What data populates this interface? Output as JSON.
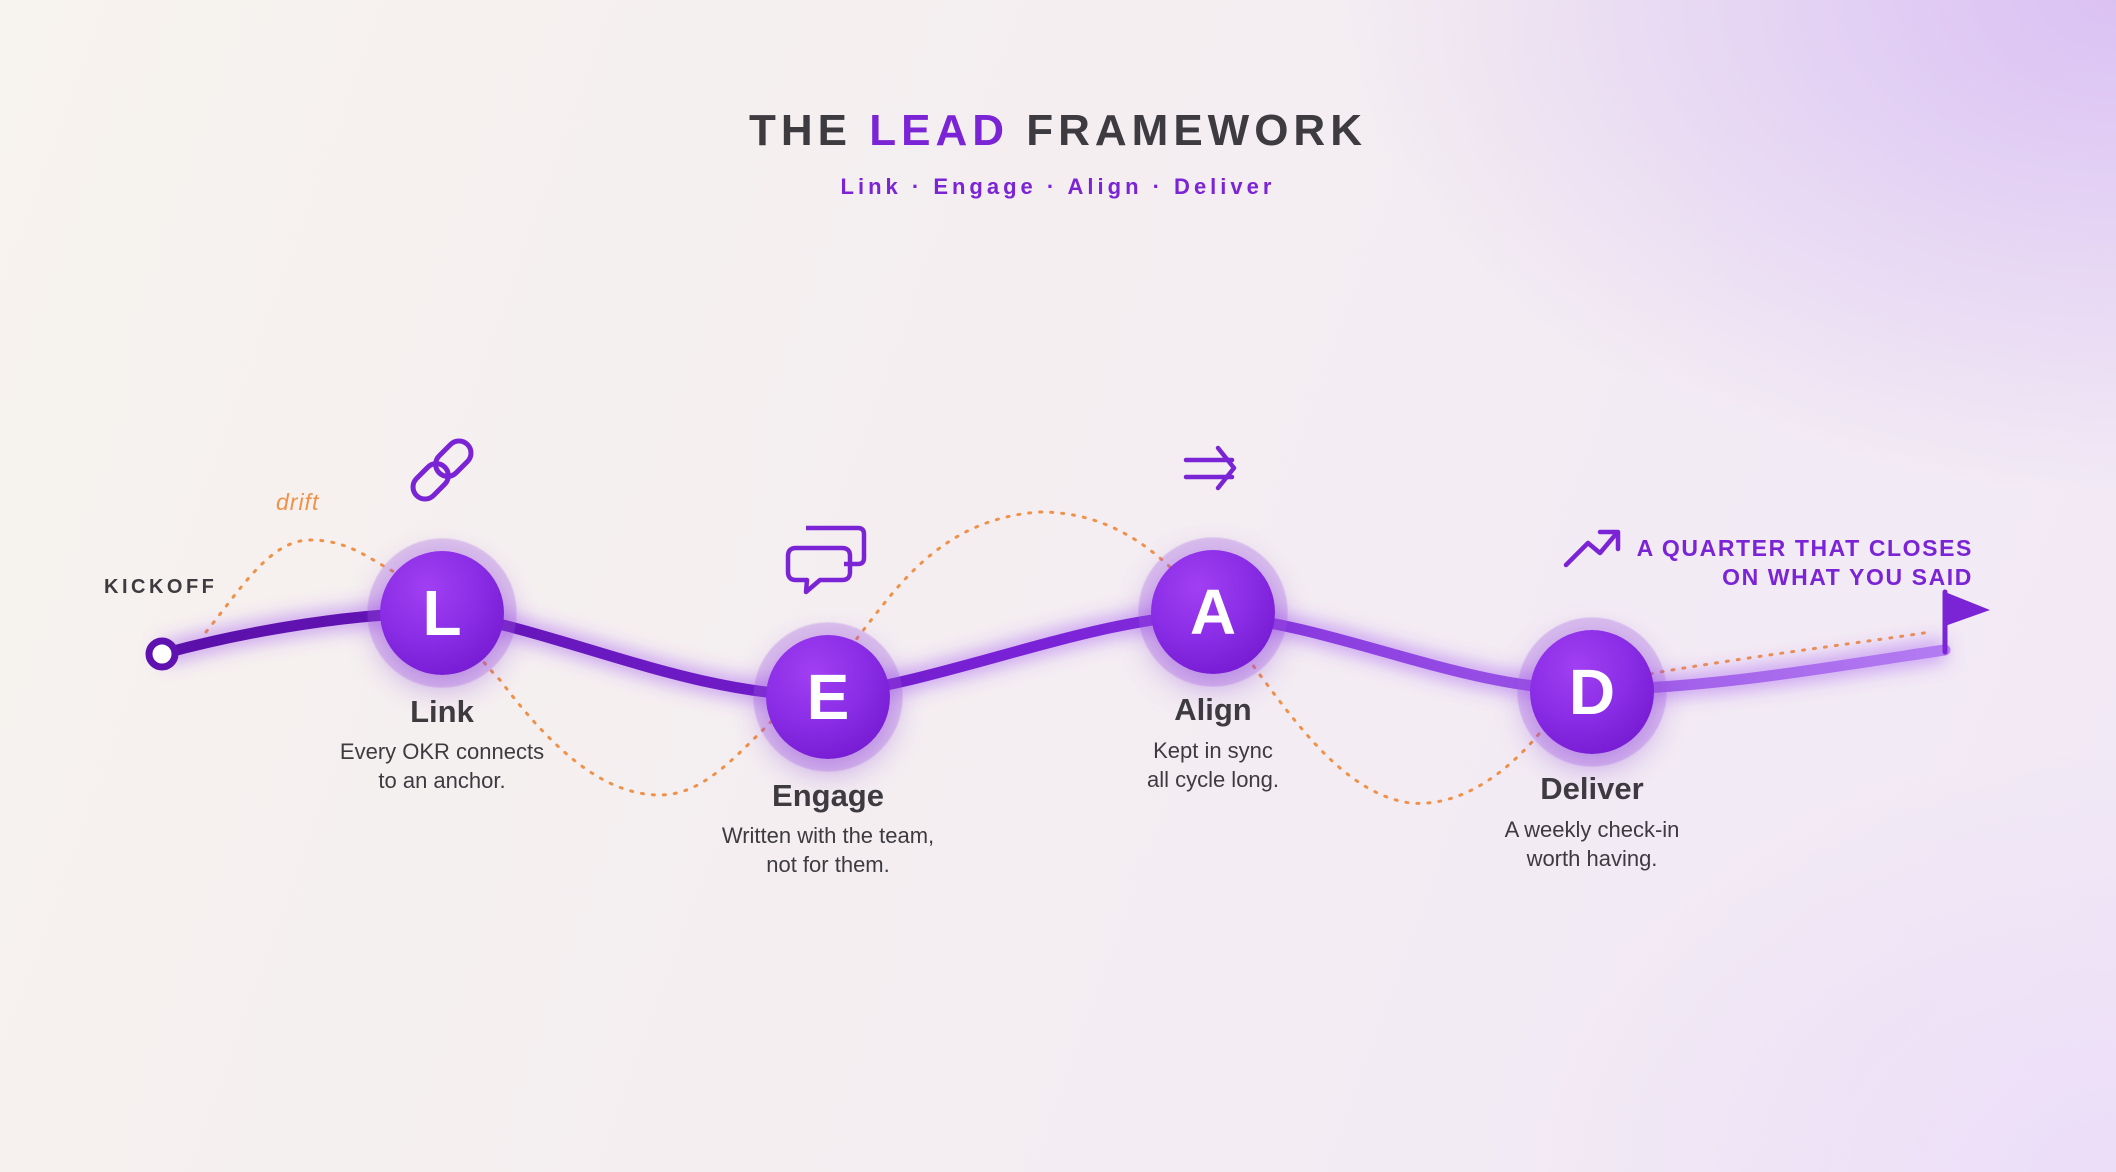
{
  "header": {
    "title_pre": "THE ",
    "title_accent": "LEAD",
    "title_post": " FRAMEWORK",
    "subtitle": "Link · Engage · Align · Deliver"
  },
  "start_label": "KICKOFF",
  "drift_label": "drift",
  "end_label_line1": "A QUARTER THAT CLOSES",
  "end_label_line2": "ON WHAT YOU SAID",
  "steps": [
    {
      "letter": "L",
      "name": "Link",
      "desc_line1": "Every OKR connects",
      "desc_line2": "to an anchor.",
      "icon": "link-icon"
    },
    {
      "letter": "E",
      "name": "Engage",
      "desc_line1": "Written with the team,",
      "desc_line2": "not for them.",
      "icon": "chat-bubbles-icon"
    },
    {
      "letter": "A",
      "name": "Align",
      "desc_line1": "Kept in sync",
      "desc_line2": "all cycle long.",
      "icon": "parallel-arrows-icon"
    },
    {
      "letter": "D",
      "name": "Deliver",
      "desc_line1": "A weekly check-in",
      "desc_line2": "worth having.",
      "icon": "trending-up-icon"
    }
  ],
  "colors": {
    "accent": "#7b24d6",
    "path": "#8a2be2",
    "drift": "#f0914a",
    "text": "#3d3b40"
  }
}
